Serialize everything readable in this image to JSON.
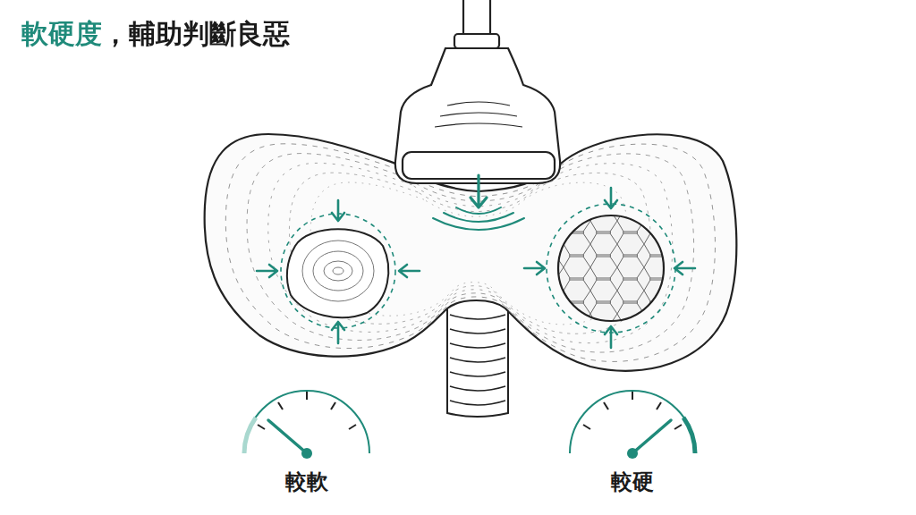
{
  "diagram": {
    "title": "軟硬度，輔助判斷良惡",
    "labels": [
      "較軟",
      "較硬"
    ]
  }
}
